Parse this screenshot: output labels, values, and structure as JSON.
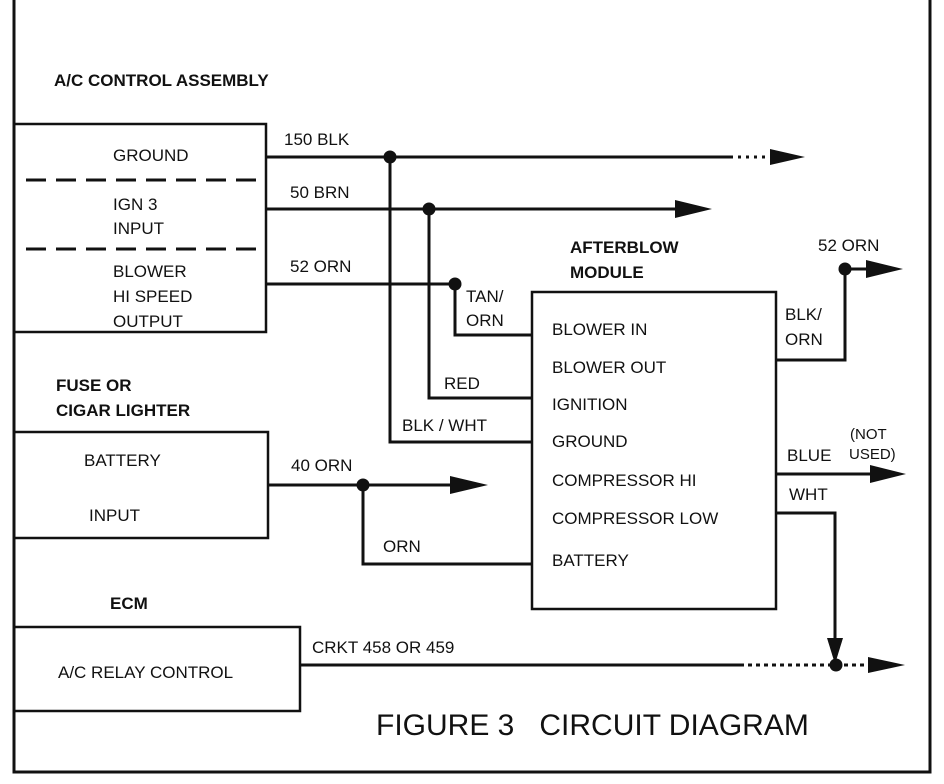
{
  "figure": {
    "caption": "FIGURE 3   CIRCUIT DIAGRAM"
  },
  "ac_control": {
    "title": "A/C CONTROL ASSEMBLY",
    "ground": "GROUND",
    "ign3_line1": "IGN 3",
    "ign3_line2": "INPUT",
    "blower_line1": "BLOWER",
    "blower_line2": "HI SPEED",
    "blower_line3": "OUTPUT"
  },
  "fuse": {
    "title_line1": "FUSE OR",
    "title_line2": "CIGAR LIGHTER",
    "battery_line1": "BATTERY",
    "battery_line2": "INPUT"
  },
  "ecm": {
    "title": "ECM",
    "relay": "A/C RELAY CONTROL"
  },
  "afterblow": {
    "title_line1": "AFTERBLOW",
    "title_line2": "MODULE",
    "pins": [
      "BLOWER IN",
      "BLOWER OUT",
      "IGNITION",
      "GROUND",
      "COMPRESSOR  HI",
      "COMPRESSOR  LOW",
      "BATTERY"
    ]
  },
  "wires": {
    "blk150": "150  BLK",
    "brn50": "50 BRN",
    "orn52": "52 ORN",
    "tan_orn_1": "TAN/",
    "tan_orn_2": "ORN",
    "red": "RED",
    "blk_wht": "BLK / WHT",
    "orn40": "40 ORN",
    "orn": "ORN",
    "crkt": "CRKT  458  OR  459",
    "orn52_out": "52 ORN",
    "blk_orn_1": "BLK/",
    "blk_orn_2": "ORN",
    "blue": "BLUE",
    "not_used_1": "(NOT",
    "not_used_2": "USED)",
    "wht": "WHT"
  }
}
